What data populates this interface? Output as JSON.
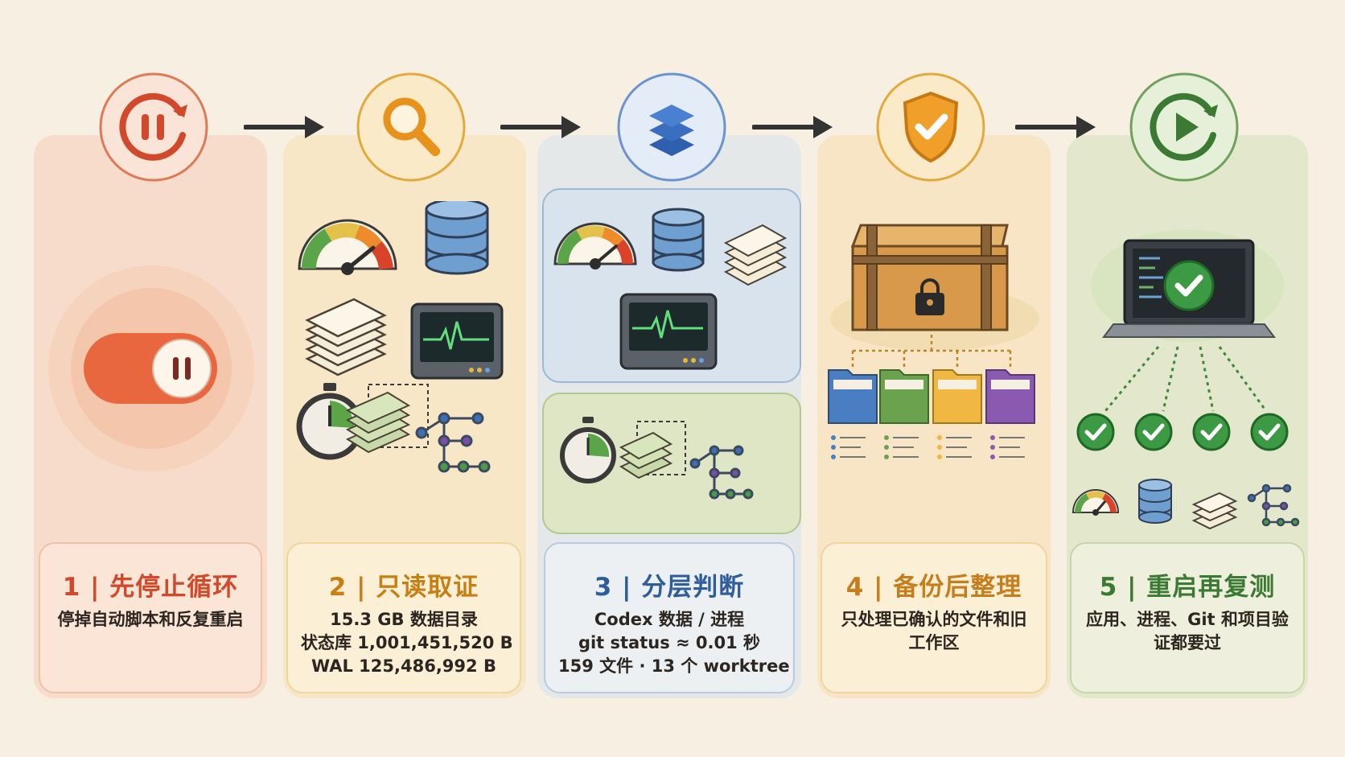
{
  "colors": {
    "step1": "#d1492a",
    "step2": "#c77f13",
    "step3": "#2f5d9a",
    "step4": "#c67e1c",
    "step5": "#3c7a34",
    "background": "#f6efe2"
  },
  "steps": [
    {
      "icon": "pause-loop-icon",
      "title": "1 | 先停止循环",
      "lines": [
        "停掉自动脚本和反复重启"
      ]
    },
    {
      "icon": "magnifier-icon",
      "title": "2 | 只读取证",
      "lines": [
        "15.3 GB 数据目录",
        "状态库 1,001,451,520 B",
        "WAL 125,486,992 B"
      ]
    },
    {
      "icon": "layers-icon",
      "title": "3 | 分层判断",
      "lines": [
        "Codex 数据 / 进程",
        "git status ≈ 0.01 秒",
        "159 文件 · 13 个 worktree"
      ]
    },
    {
      "icon": "shield-check-icon",
      "title": "4 | 备份后整理",
      "lines": [
        "只处理已确认的文件和旧工作区"
      ]
    },
    {
      "icon": "play-loop-icon",
      "title": "5 | 重启再复测",
      "lines": [
        "应用、进程、Git 和项目验证都要过"
      ]
    }
  ]
}
